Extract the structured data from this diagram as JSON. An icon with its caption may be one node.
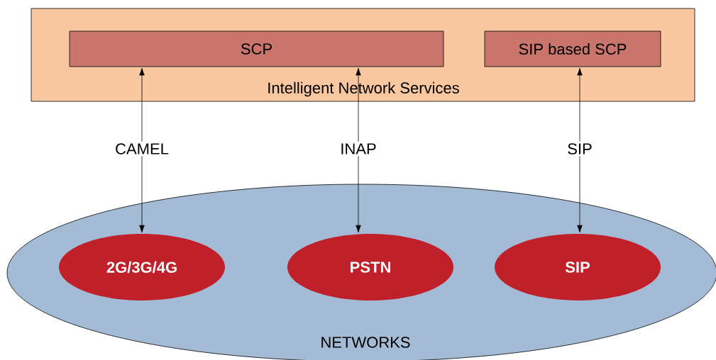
{
  "diagram": {
    "nodes": [
      {
        "text": [
          "Intelligent Network Services"
        ]
      },
      {
        "text": [
          "SCP"
        ],
        "in": 0
      },
      {
        "text": [
          "SIP based SCP"
        ],
        "in": 0
      },
      {
        "text": [
          "NETWORKS"
        ]
      },
      {
        "text": [
          "2G/3G/4G"
        ],
        "in": 3
      },
      {
        "text": [
          "PSTN"
        ],
        "in": 3
      },
      {
        "text": [
          "SIP"
        ],
        "in": 3
      }
    ],
    "edges": [
      {
        "from": 1,
        "to": 4,
        "arrow": "both",
        "label": "CAMEL"
      },
      {
        "from": 1,
        "to": 5,
        "arrow": "both",
        "label": "INAP"
      },
      {
        "from": 2,
        "to": 6,
        "arrow": "both",
        "label": "SIP"
      }
    ]
  }
}
